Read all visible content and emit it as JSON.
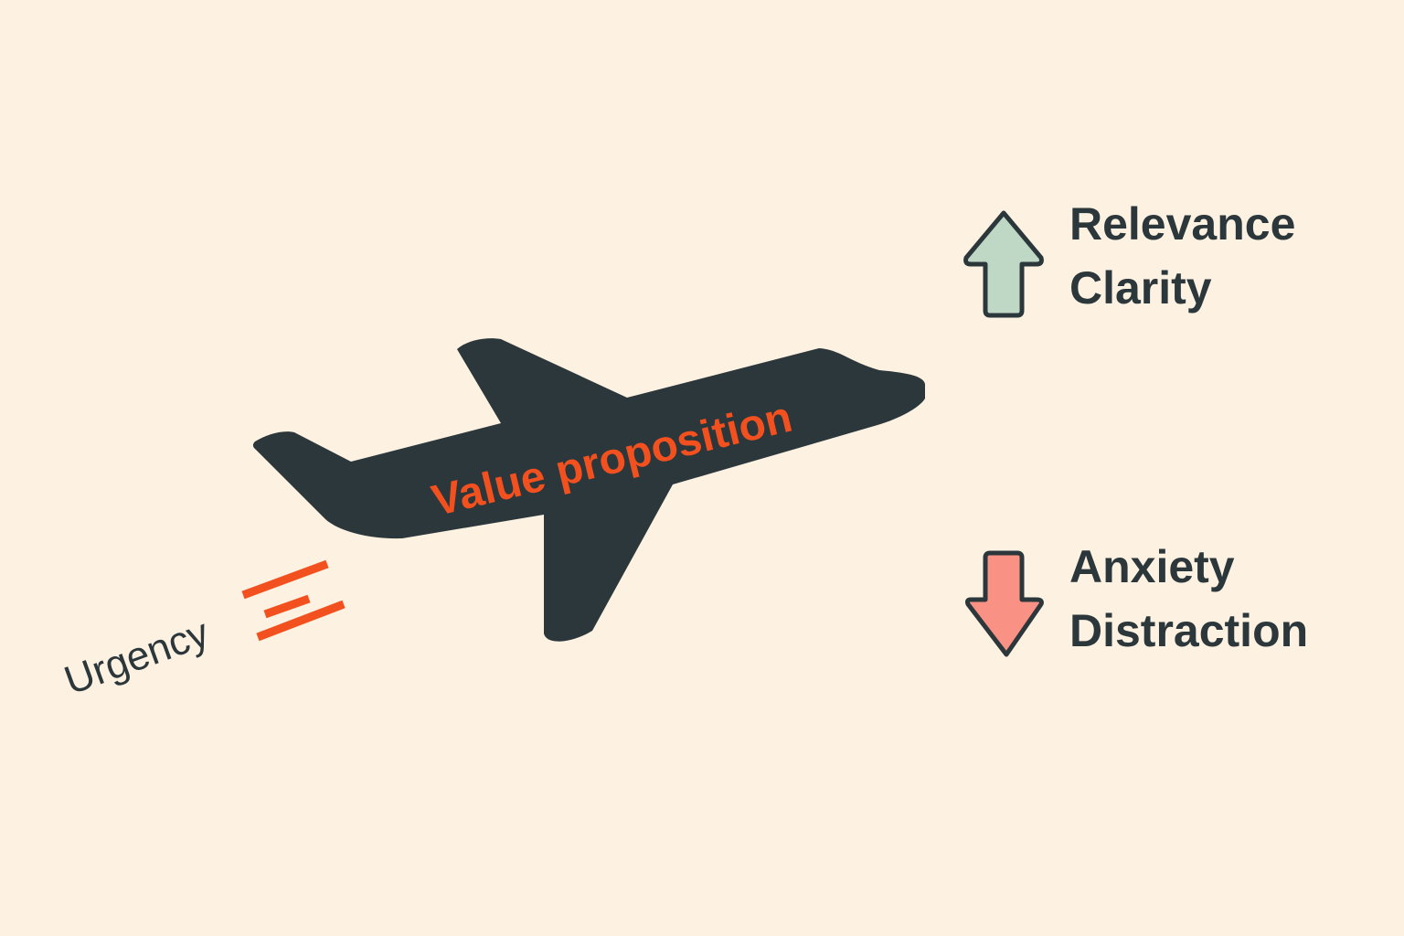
{
  "diagram": {
    "background_color": "#FDF1E1",
    "ink_color": "#2C373B",
    "accent_color": "#F2501E",
    "plane": {
      "label": "Value proposition",
      "fill_color": "#2C373B",
      "label_color": "#F2501E"
    },
    "urgency": {
      "label": "Urgency",
      "speed_lines_color": "#F2501E"
    },
    "increase": {
      "icon": "arrow-up-icon",
      "arrow_color": "#BFD8C5",
      "items": [
        "Relevance",
        "Clarity"
      ]
    },
    "decrease": {
      "icon": "arrow-down-icon",
      "arrow_color": "#F99285",
      "items": [
        "Anxiety",
        "Distraction"
      ]
    }
  }
}
